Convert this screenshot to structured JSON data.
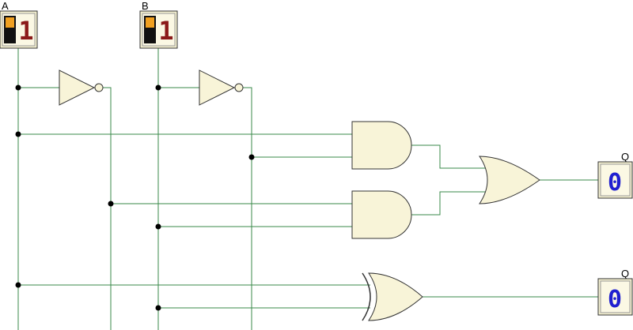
{
  "inputs": [
    {
      "label": "A",
      "value": "1"
    },
    {
      "label": "B",
      "value": "1"
    }
  ],
  "outputs": [
    {
      "label": "Q",
      "value": "0"
    },
    {
      "label": "Q",
      "value": "0"
    }
  ],
  "colors": {
    "wire": "#3a8a4a",
    "gate_fill": "#f8f4d8",
    "switch_on": "#f0a020",
    "input_digit": "#8b1a1a",
    "output_digit": "#2020d0"
  },
  "gates": [
    "not",
    "not",
    "and",
    "and",
    "or",
    "xor"
  ]
}
